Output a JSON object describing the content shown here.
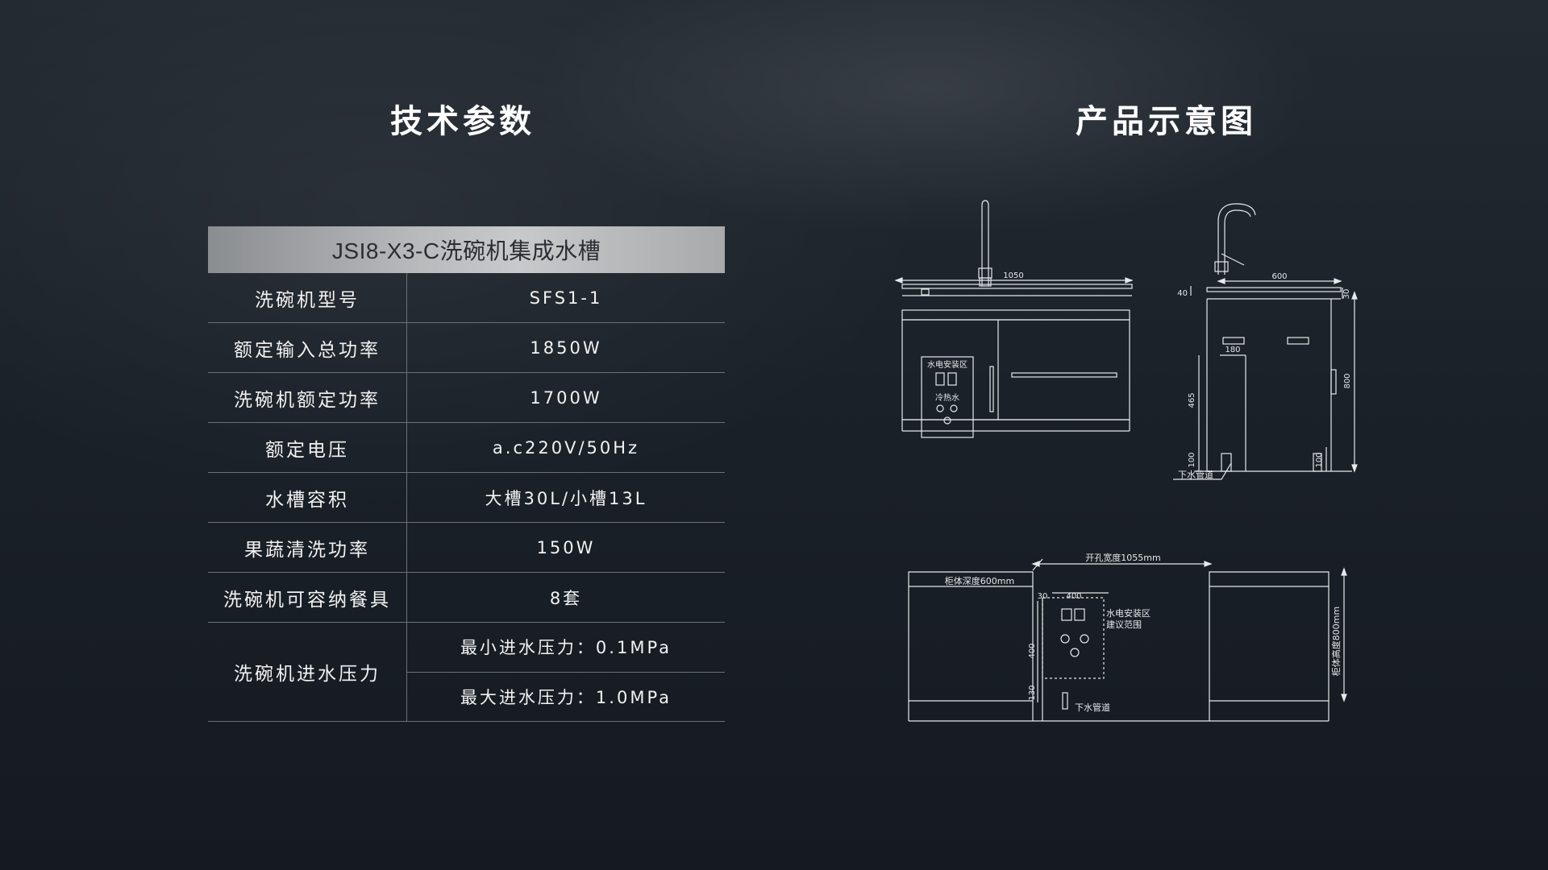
{
  "headings": {
    "tech": "技术参数",
    "diagram": "产品示意图"
  },
  "table": {
    "title": "JSI8-X3-C洗碗机集成水槽",
    "rows": [
      {
        "label": "洗碗机型号",
        "value": "SFS1-1"
      },
      {
        "label": "额定输入总功率",
        "value": "1850W"
      },
      {
        "label": "洗碗机额定功率",
        "value": "1700W"
      },
      {
        "label": "额定电压",
        "value": "a.c220V/50Hz"
      },
      {
        "label": "水槽容积",
        "value": "大槽30L/小槽13L"
      },
      {
        "label": "果蔬清洗功率",
        "value": "150W"
      },
      {
        "label": "洗碗机可容纳餐具",
        "value": "8套"
      }
    ],
    "pressure": {
      "label": "洗碗机进水压力",
      "min": "最小进水压力：0.1MPa",
      "max": "最大进水压力：1.0MPa"
    }
  },
  "front_view": {
    "width_dim": "1050",
    "install_area": "水电安装区",
    "cold_hot_water": "冷热水"
  },
  "side_view": {
    "depth_dim": "600",
    "dim_180": "180",
    "dim_465": "465",
    "dim_100_left": "100",
    "dim_100_right": "100",
    "dim_800": "800",
    "dim_30": "30",
    "dim_40": "40",
    "drain_label": "下水管道"
  },
  "cabinet_view": {
    "opening_width": "开孔宽度1055mm",
    "cabinet_depth": "柜体深度600mm",
    "cabinet_height": "柜体高度800mm",
    "dim_30": "30",
    "dim_400_h": "400",
    "dim_400_v": "400",
    "dim_130": "130",
    "install_area_line1": "水电安装区",
    "install_area_line2": "建议范围",
    "drain_label": "下水管道"
  }
}
